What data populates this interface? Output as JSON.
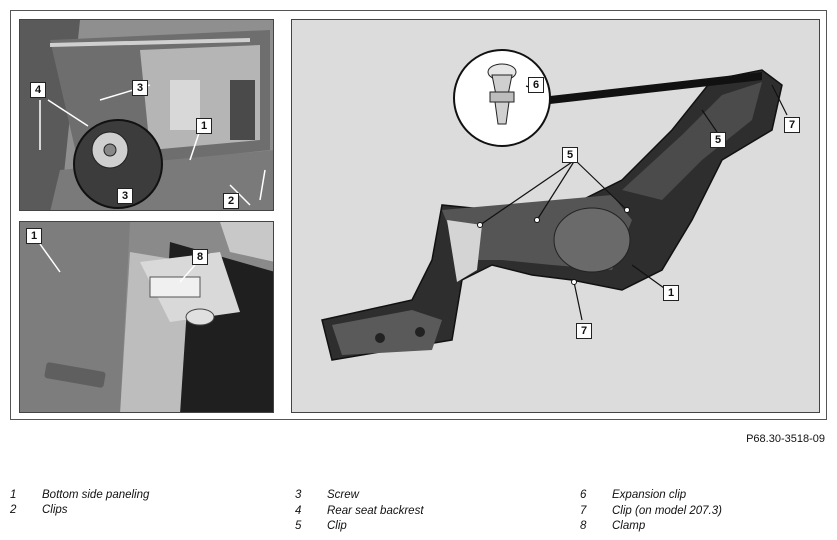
{
  "figure": {
    "reference": "P68.30-3518-09",
    "callouts": {
      "panel1": [
        "4",
        "3",
        "1",
        "3",
        "2"
      ],
      "panel2": [
        "1",
        "8"
      ],
      "panel3": [
        "6",
        "5",
        "7",
        "5",
        "1",
        "7"
      ]
    }
  },
  "legend": [
    {
      "num": "1",
      "text": "Bottom side paneling"
    },
    {
      "num": "2",
      "text": "Clips"
    },
    {
      "num": "3",
      "text": "Screw"
    },
    {
      "num": "4",
      "text": "Rear seat backrest"
    },
    {
      "num": "5",
      "text": "Clip"
    },
    {
      "num": "6",
      "text": "Expansion clip"
    },
    {
      "num": "7",
      "text": "Clip (on model 207.3)"
    },
    {
      "num": "8",
      "text": "Clamp"
    }
  ]
}
